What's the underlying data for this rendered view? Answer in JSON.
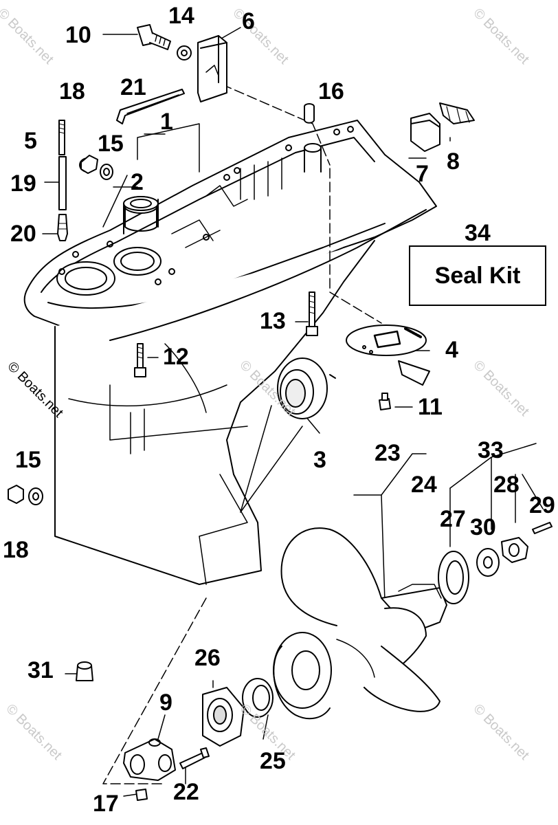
{
  "watermark": "© Boats.net",
  "seal_kit": {
    "number": "34",
    "label": "Seal Kit"
  },
  "callouts": {
    "c1": "1",
    "c2": "2",
    "c3": "3",
    "c4": "4",
    "c5": "5",
    "c6": "6",
    "c7": "7",
    "c8": "8",
    "c9": "9",
    "c10": "10",
    "c11": "11",
    "c12": "12",
    "c13": "13",
    "c14": "14",
    "c15a": "15",
    "c15b": "15",
    "c16": "16",
    "c17": "17",
    "c18a": "18",
    "c18b": "18",
    "c19": "19",
    "c20": "20",
    "c21": "21",
    "c22": "22",
    "c23": "23",
    "c24": "24",
    "c25": "25",
    "c26": "26",
    "c27": "27",
    "c28": "28",
    "c29": "29",
    "c30": "30",
    "c31": "31",
    "c33": "33"
  }
}
